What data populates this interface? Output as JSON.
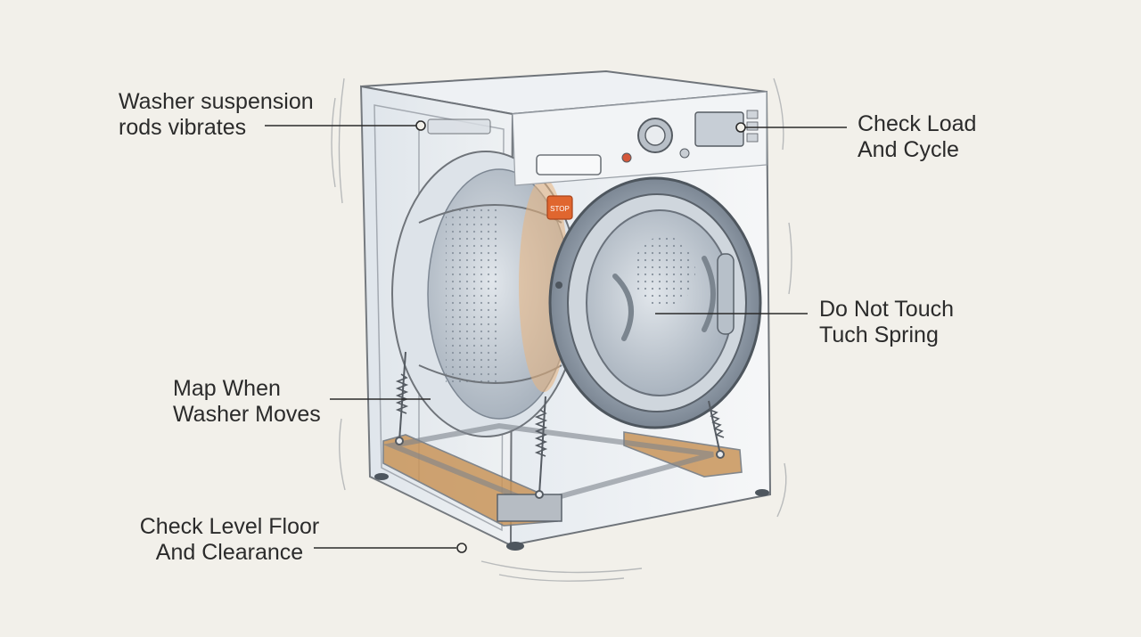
{
  "diagram": {
    "callouts": {
      "suspension_rods": {
        "line1": "Washer suspension",
        "line2": "rods vibrates"
      },
      "load_cycle": {
        "line1": "Check Load",
        "line2": "And Cycle"
      },
      "tuch_spring": {
        "line1": "Do Not Touch",
        "line2": "Tuch Spring"
      },
      "map_moves": {
        "line1": "Map When",
        "line2": "Washer Moves"
      },
      "level_floor": {
        "line1": "Check Level Floor",
        "line2": "And Clearance"
      }
    },
    "stop_button_text": "STOP",
    "colors": {
      "background": "#f2f0ea",
      "outline": "#6f747a",
      "accent_orange": "#e0662f",
      "wood": "#c9955a"
    }
  }
}
